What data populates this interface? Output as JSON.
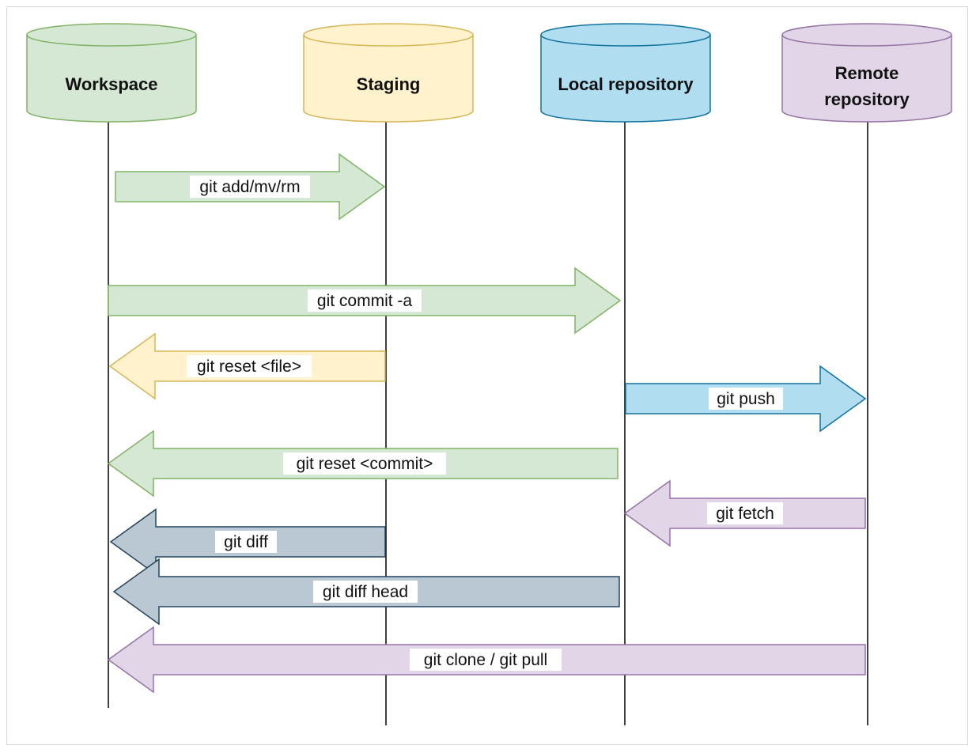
{
  "nodes": {
    "workspace": {
      "title": "Workspace",
      "fill": "#d5e8d4",
      "stroke": "#82b366"
    },
    "staging": {
      "title": "Staging",
      "fill": "#fff2cc",
      "stroke": "#d6b656"
    },
    "local": {
      "title": "Local repository",
      "fill": "#b1ddf0",
      "stroke": "#10739e"
    },
    "remote": {
      "title_line1": "Remote",
      "title_line2": "repository",
      "fill": "#e1d5e7",
      "stroke": "#9673a6"
    }
  },
  "arrows": {
    "add": {
      "label": "git add/mv/rm",
      "from": "Workspace",
      "to": "Staging"
    },
    "commit_a": {
      "label": "git commit -a",
      "from": "Workspace",
      "to": "Local repository"
    },
    "reset_file": {
      "label": "git reset <file>",
      "from": "Staging",
      "to": "Workspace"
    },
    "push": {
      "label": "git push",
      "from": "Local repository",
      "to": "Remote repository"
    },
    "reset_commit": {
      "label": "git reset <commit>",
      "from": "Local repository",
      "to": "Workspace"
    },
    "fetch": {
      "label": "git fetch",
      "from": "Remote repository",
      "to": "Local repository"
    },
    "diff": {
      "label": "git diff",
      "from": "Staging",
      "to": "Workspace"
    },
    "diff_head": {
      "label": "git diff head",
      "from": "Local repository",
      "to": "Workspace"
    },
    "clone_pull": {
      "label": "git clone / git pull",
      "from": "Remote repository",
      "to": "Workspace"
    }
  },
  "colors": {
    "green_fill": "#d5e8d4",
    "green_stroke": "#82b366",
    "yellow_fill": "#fff2cc",
    "yellow_stroke": "#d6b656",
    "blue_fill": "#b1ddf0",
    "blue_stroke": "#10739e",
    "purple_fill": "#e1d5e7",
    "purple_stroke": "#9673a6",
    "slate_fill": "#bac8d3",
    "slate_stroke": "#23445d"
  }
}
